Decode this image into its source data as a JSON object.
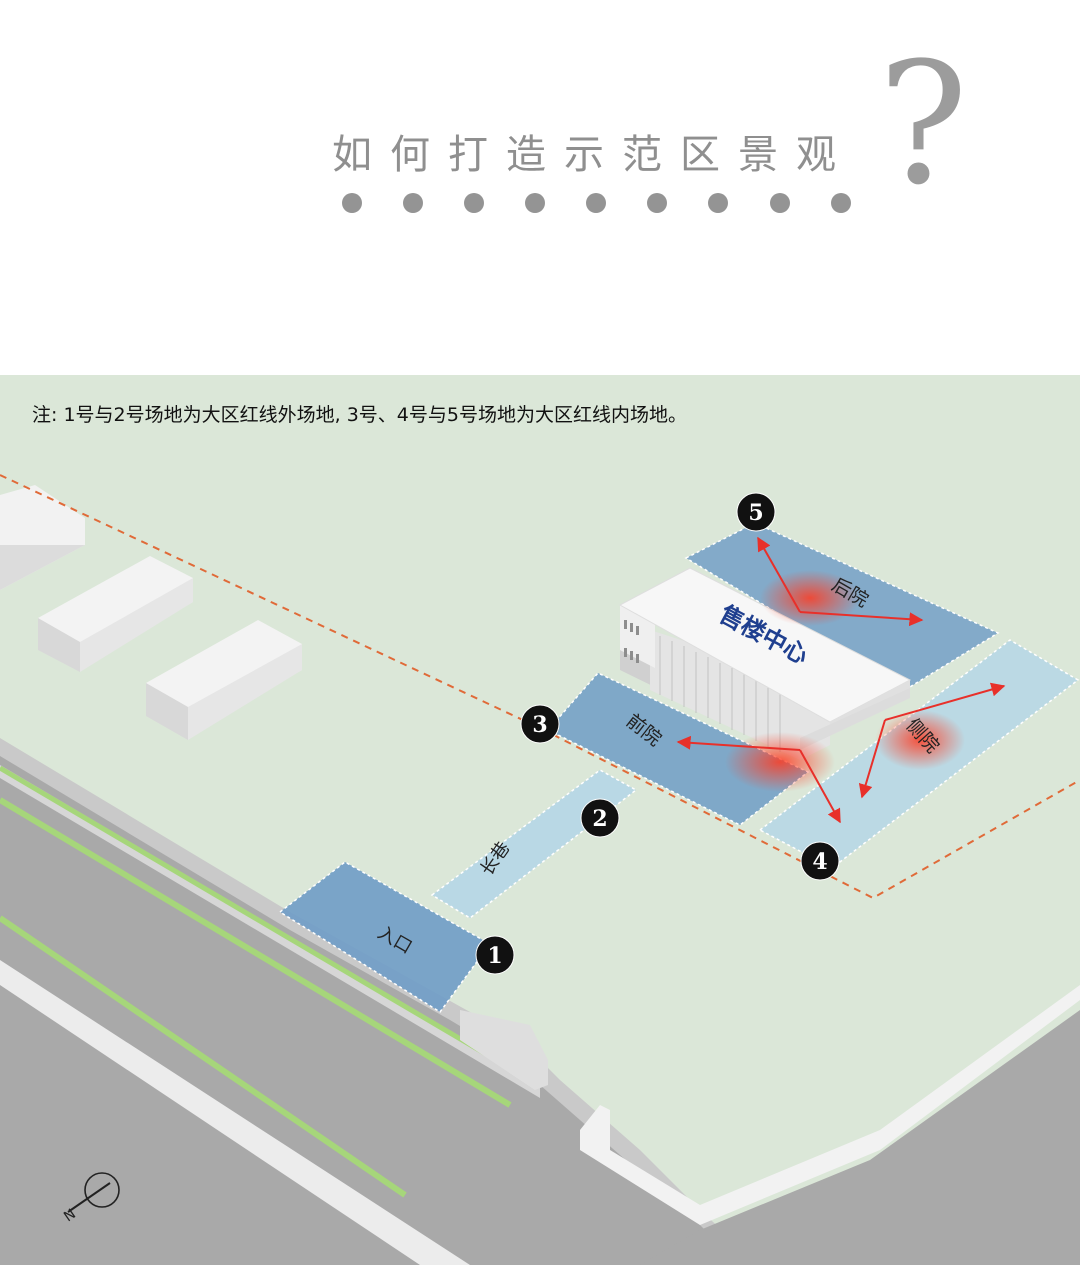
{
  "title": "如何打造示范区景观",
  "question_mark": "?",
  "note": "注: 1号与2号场地为大区红线外场地, 3号、4号与5号场地为大区红线内场地。",
  "building_label": "售楼中心",
  "zones": [
    {
      "number": "1",
      "label": "入口"
    },
    {
      "number": "2",
      "label": "长巷"
    },
    {
      "number": "3",
      "label": "前院"
    },
    {
      "number": "4",
      "label": "侧院"
    },
    {
      "number": "5",
      "label": "后院"
    }
  ],
  "compass_letter": "N",
  "colors": {
    "background": "#dbe7d8",
    "zone_dark": "#6f9cc6",
    "zone_light": "#b7d7e6",
    "red_line": "#e06a38",
    "arrow": "#e8302a",
    "road": "#a8a8a8",
    "green_strip": "#a6d67a",
    "building_text": "#1f3f8f",
    "title_grey": "#8f8f8f"
  }
}
